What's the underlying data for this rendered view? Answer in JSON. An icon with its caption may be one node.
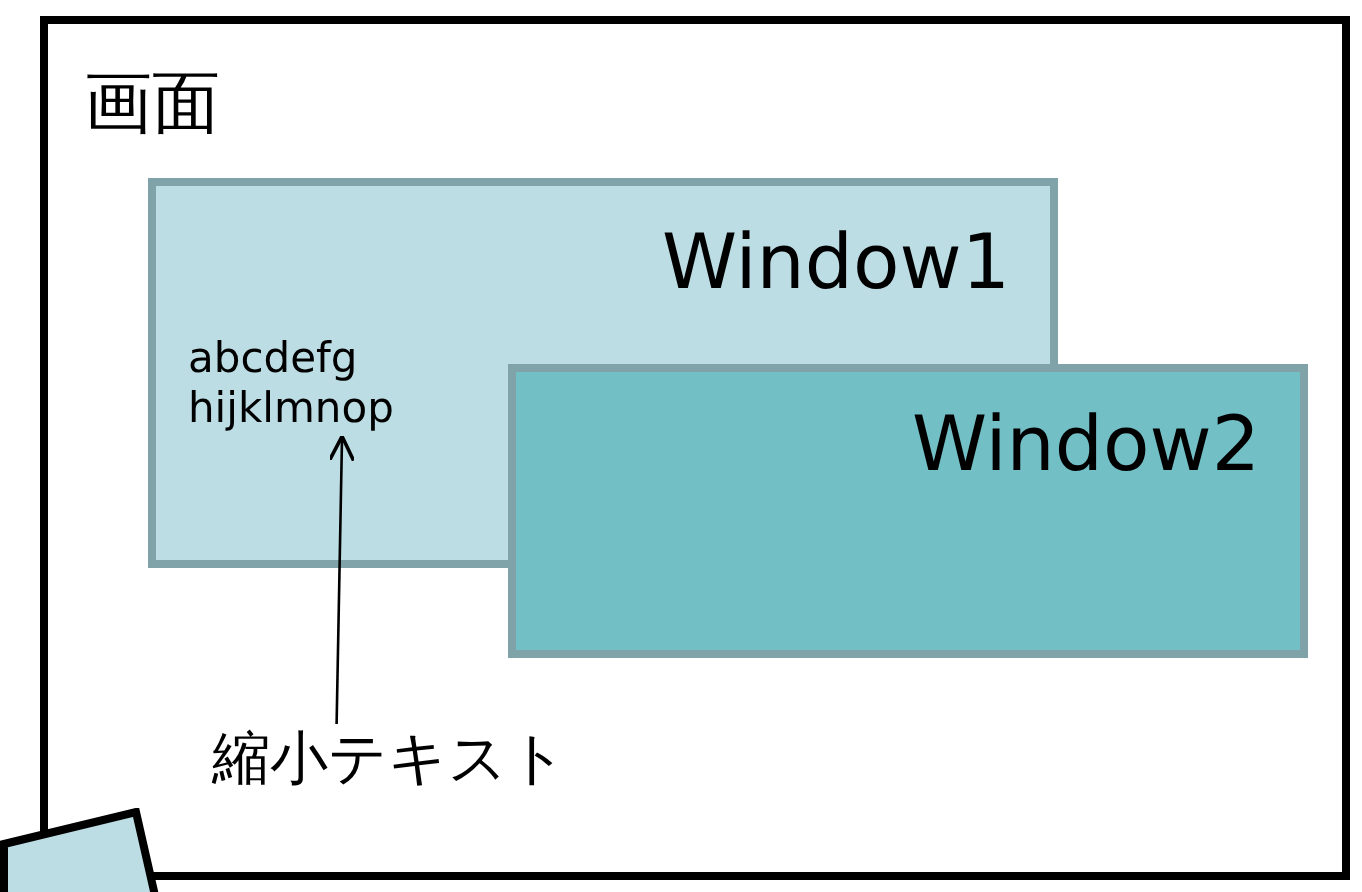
{
  "diagram": {
    "nodes": [
      {
        "text": [
          "画面"
        ]
      },
      {
        "text": [
          "Window1"
        ],
        "in": 0
      },
      {
        "text": [
          "abcdefg hijklmnop"
        ],
        "in": 1
      },
      {
        "text": [
          "Window2"
        ],
        "in": 0
      },
      {
        "text": [
          "縮小テキスト"
        ],
        "in": 0
      },
      {
        "text": [],
        "shape": "box"
      }
    ],
    "edges": [
      {
        "from": 4,
        "to": 2,
        "arrow": "to"
      }
    ]
  }
}
